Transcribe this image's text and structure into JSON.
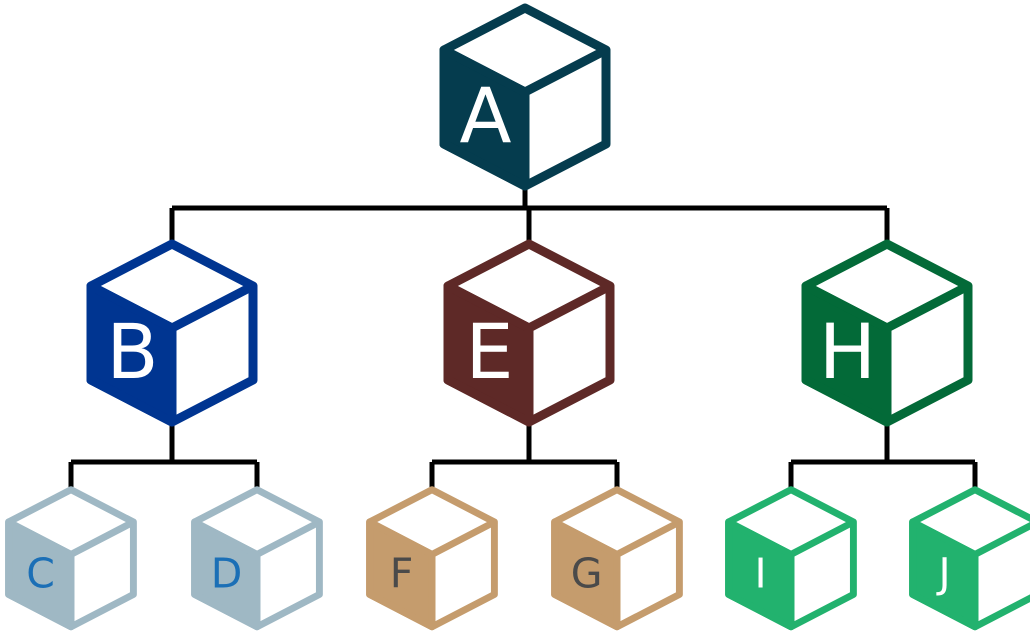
{
  "nodes": [
    {
      "id": "A",
      "label": "A",
      "outline": "#053c4e",
      "fill": "#053c4e",
      "text_color": "#ffffff",
      "level": "root"
    },
    {
      "id": "B",
      "label": "B",
      "outline": "#003591",
      "fill": "#003591",
      "text_color": "#ffffff",
      "level": "middle"
    },
    {
      "id": "E",
      "label": "E",
      "outline": "#5e2927",
      "fill": "#5e2927",
      "text_color": "#ffffff",
      "level": "middle"
    },
    {
      "id": "H",
      "label": "H",
      "outline": "#036a38",
      "fill": "#036a38",
      "text_color": "#ffffff",
      "level": "middle"
    },
    {
      "id": "C",
      "label": "C",
      "outline": "#9fb8c4",
      "fill": "#9fb8c4",
      "text_color": "#1b6fb6",
      "level": "leaf"
    },
    {
      "id": "D",
      "label": "D",
      "outline": "#9fb8c4",
      "fill": "#9fb8c4",
      "text_color": "#1b6fb6",
      "level": "leaf"
    },
    {
      "id": "F",
      "label": "F",
      "outline": "#c59c6d",
      "fill": "#c59c6d",
      "text_color": "#4a4a4a",
      "level": "leaf"
    },
    {
      "id": "G",
      "label": "G",
      "outline": "#c59c6d",
      "fill": "#c59c6d",
      "text_color": "#4a4a4a",
      "level": "leaf"
    },
    {
      "id": "I",
      "label": "I",
      "outline": "#22b26e",
      "fill": "#22b26e",
      "text_color": "#ffffff",
      "level": "leaf"
    },
    {
      "id": "J",
      "label": "J",
      "outline": "#22b26e",
      "fill": "#22b26e",
      "text_color": "#ffffff",
      "level": "leaf"
    }
  ],
  "edges": [
    {
      "from": "A",
      "to": [
        "B",
        "E",
        "H"
      ]
    },
    {
      "from": "B",
      "to": [
        "C",
        "D"
      ]
    },
    {
      "from": "E",
      "to": [
        "F",
        "G"
      ]
    },
    {
      "from": "H",
      "to": [
        "I",
        "J"
      ]
    }
  ]
}
